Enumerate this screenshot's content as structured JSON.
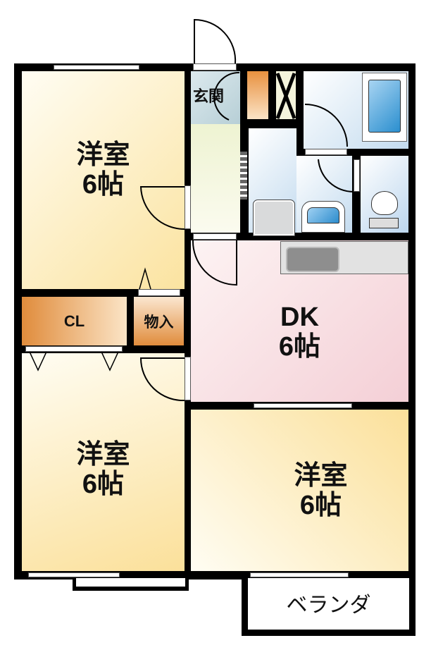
{
  "rooms": {
    "bedroom_top_left": {
      "name": "洋室",
      "size": "6帖"
    },
    "bedroom_bottom_left": {
      "name": "洋室",
      "size": "6帖"
    },
    "bedroom_bottom_right": {
      "name": "洋室",
      "size": "6帖"
    },
    "dk": {
      "name": "DK",
      "size": "6帖"
    },
    "closet": {
      "name": "CL"
    },
    "storage": {
      "name": "物入"
    },
    "entrance": {
      "name": "玄関"
    },
    "veranda": {
      "name": "ベランダ"
    }
  },
  "colors": {
    "wall": "#000000",
    "bedroom": "#fbe7a8",
    "dk": "#f4d3d8",
    "closet": "#e89a4e",
    "wet_area": "#bcd8f0",
    "hall": "#eef3d4"
  }
}
